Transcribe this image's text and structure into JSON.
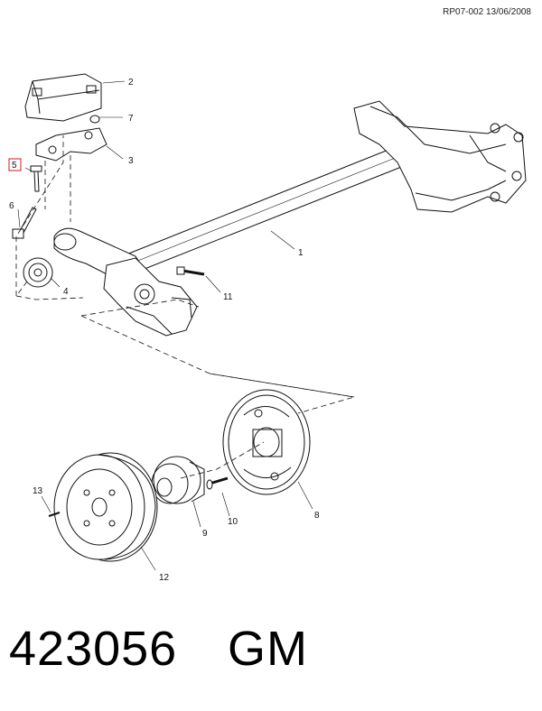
{
  "header": {
    "reference": "RP07-002 13/06/2008"
  },
  "callouts": {
    "c1": "1",
    "c2": "2",
    "c3": "3",
    "c4": "4",
    "c5": "5",
    "c6": "6",
    "c7": "7",
    "c8": "8",
    "c9": "9",
    "c10": "10",
    "c11": "11",
    "c12": "12",
    "c13": "13"
  },
  "footer": {
    "part_number": "423056",
    "brand": "GM"
  },
  "colors": {
    "highlight": "#d01818",
    "ink": "#111111"
  }
}
